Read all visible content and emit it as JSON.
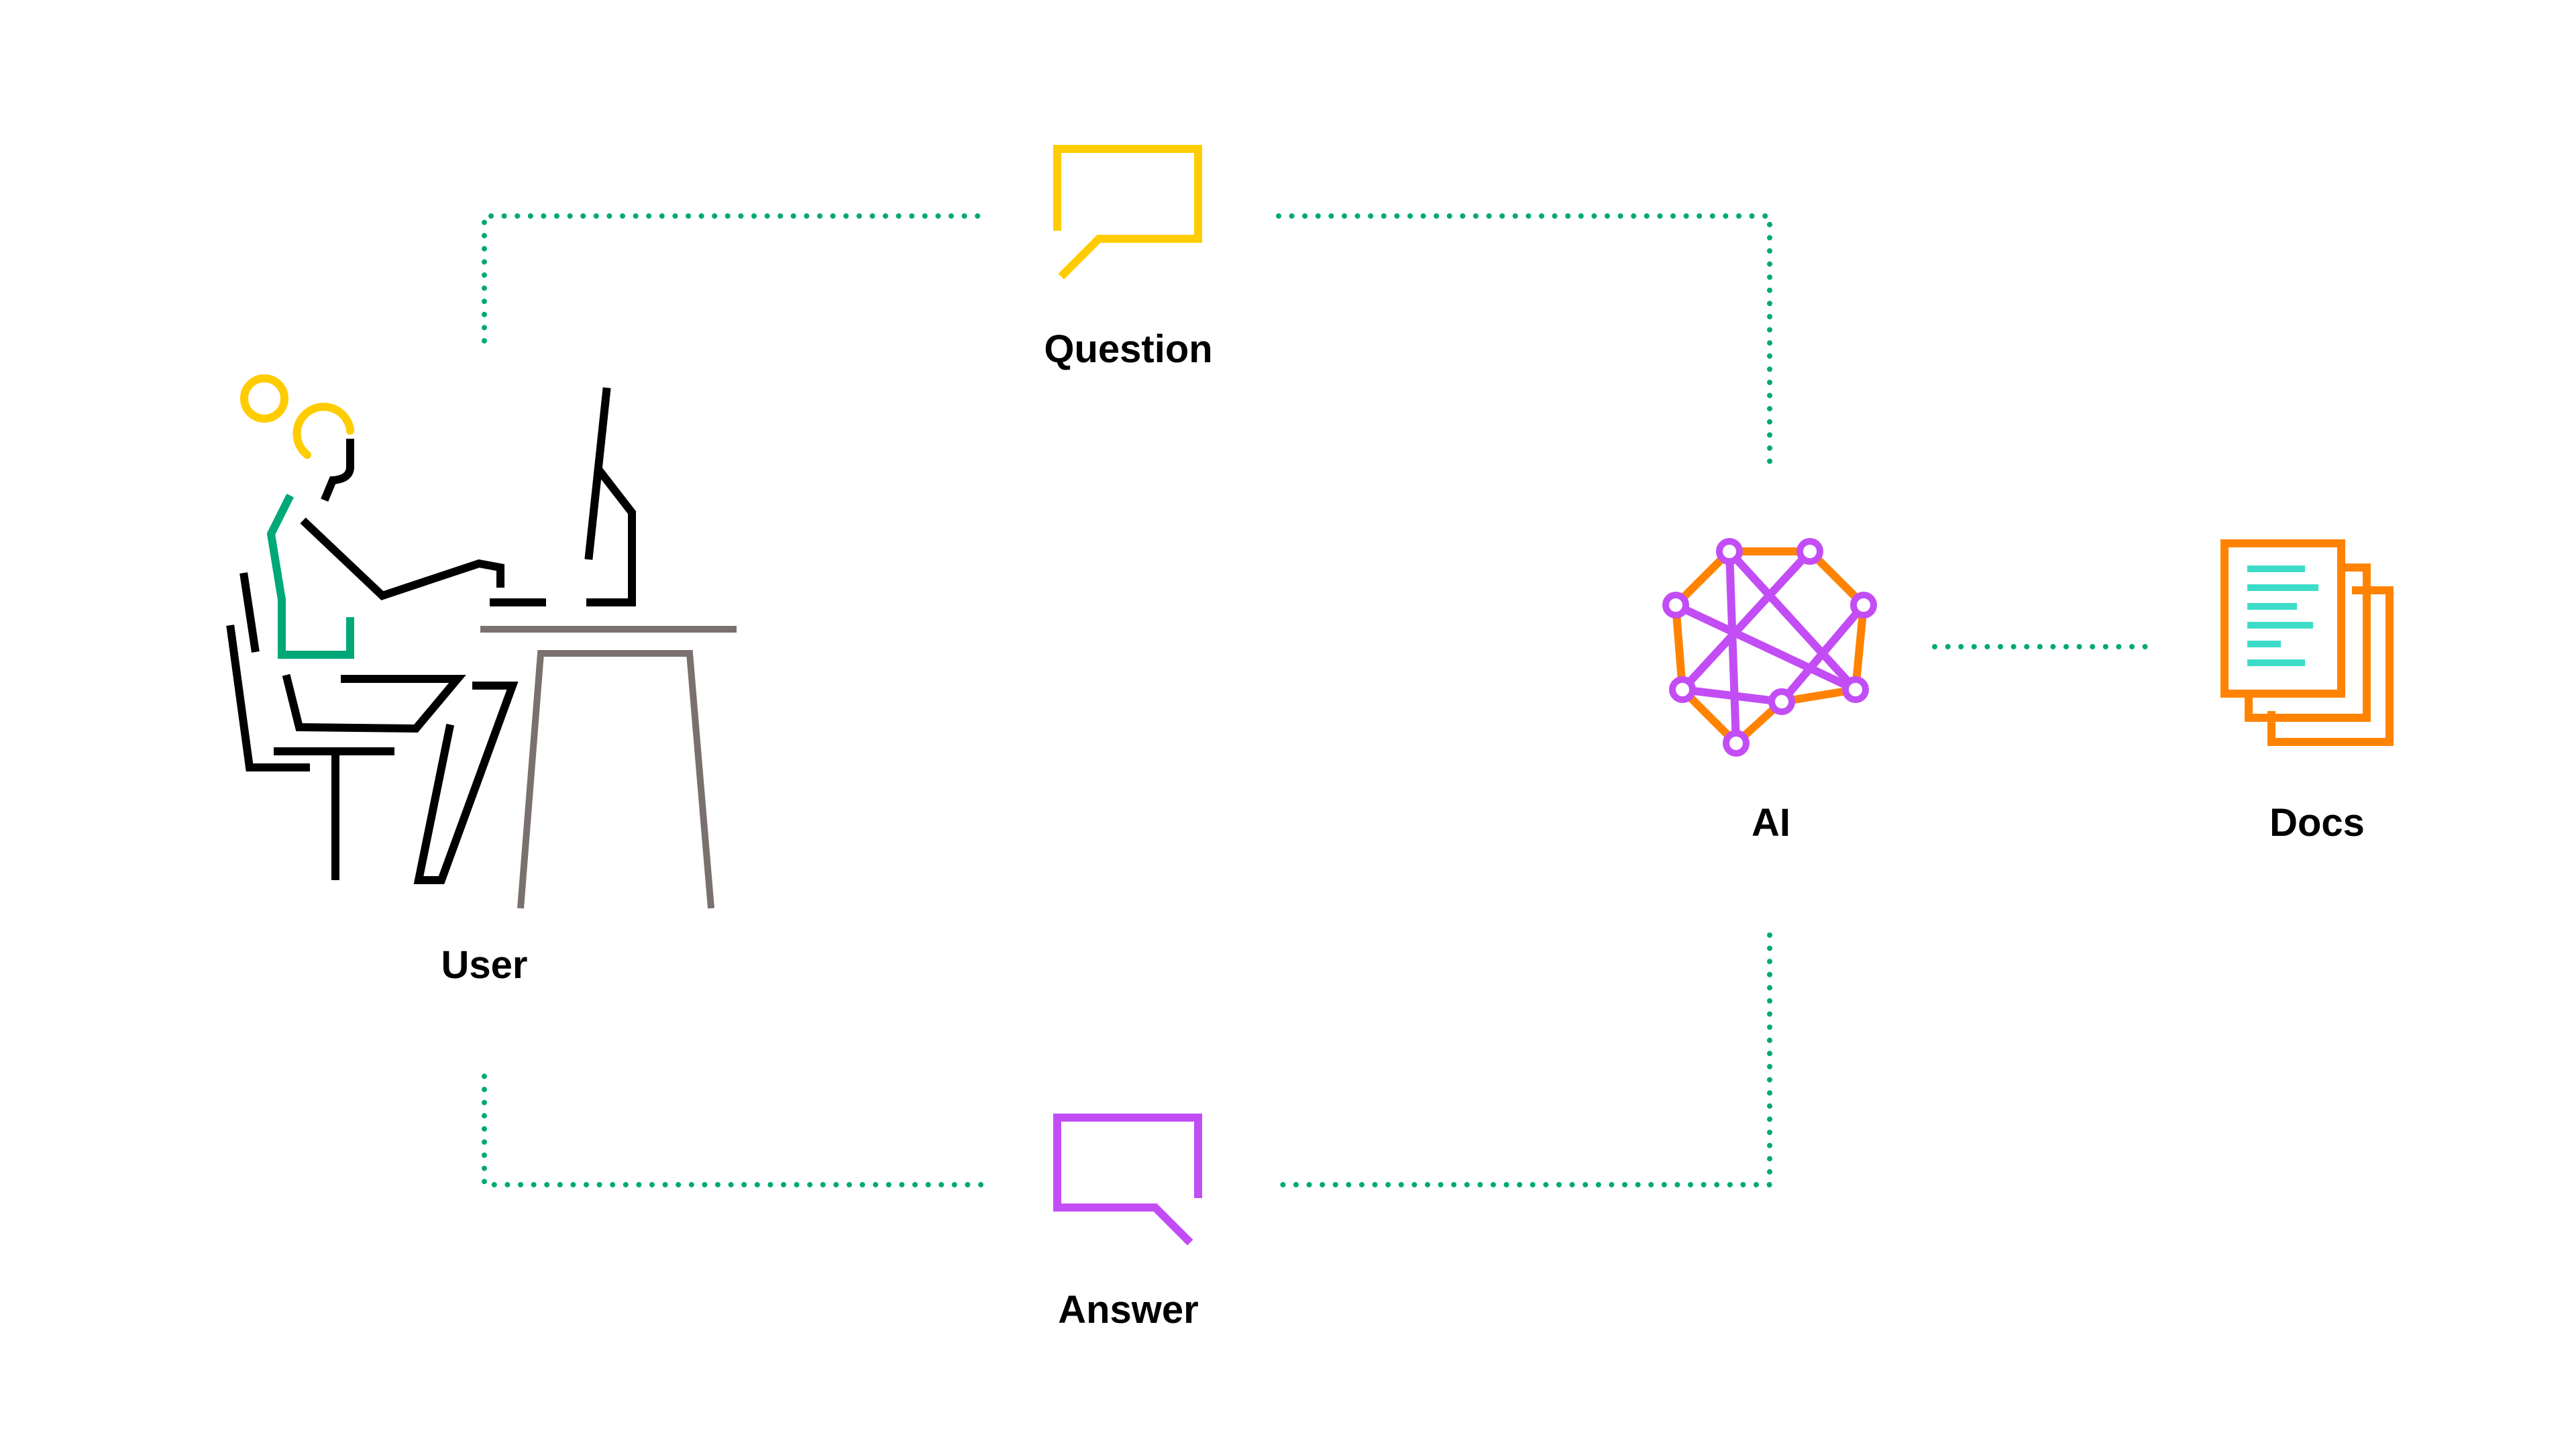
{
  "colors": {
    "connector": "#00A878",
    "question_bubble": "#FFCC00",
    "answer_bubble": "#C34DF5",
    "ai_outer": "#FF8300",
    "ai_inner": "#C34DF5",
    "docs_paper": "#FF8300",
    "docs_text_lines": "#3CDCC8",
    "user_hair": "#FFCC00",
    "user_body": "#00A878",
    "user_outline": "#000000",
    "desk": "#7A706D",
    "label_text": "#000000"
  },
  "nodes": {
    "user": {
      "label": "User",
      "icon": "person-at-desk-icon"
    },
    "question": {
      "label": "Question",
      "icon": "speech-bubble-icon"
    },
    "ai": {
      "label": "AI",
      "icon": "neural-network-icon"
    },
    "docs": {
      "label": "Docs",
      "icon": "documents-stack-icon"
    },
    "answer": {
      "label": "Answer",
      "icon": "speech-bubble-icon"
    }
  },
  "connectors": [
    {
      "from": "user",
      "to": "question",
      "style": "dotted"
    },
    {
      "from": "question",
      "to": "ai",
      "style": "dotted"
    },
    {
      "from": "ai",
      "to": "docs",
      "style": "dotted"
    },
    {
      "from": "ai",
      "to": "answer",
      "style": "dotted"
    },
    {
      "from": "answer",
      "to": "user",
      "style": "dotted"
    }
  ]
}
